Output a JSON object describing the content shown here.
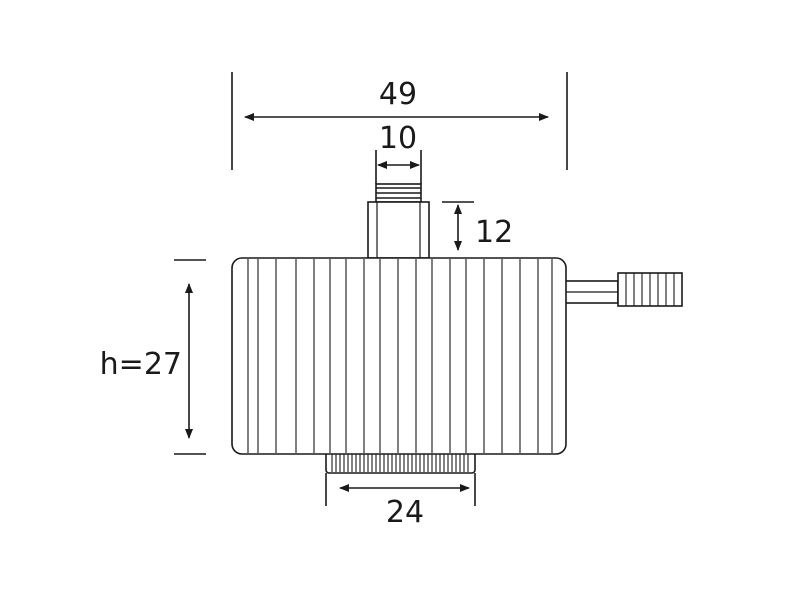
{
  "dimensions": {
    "width": "49",
    "outlet_diameter": "10",
    "outlet_height": "12",
    "height": "h=27",
    "base_diameter": "24"
  }
}
